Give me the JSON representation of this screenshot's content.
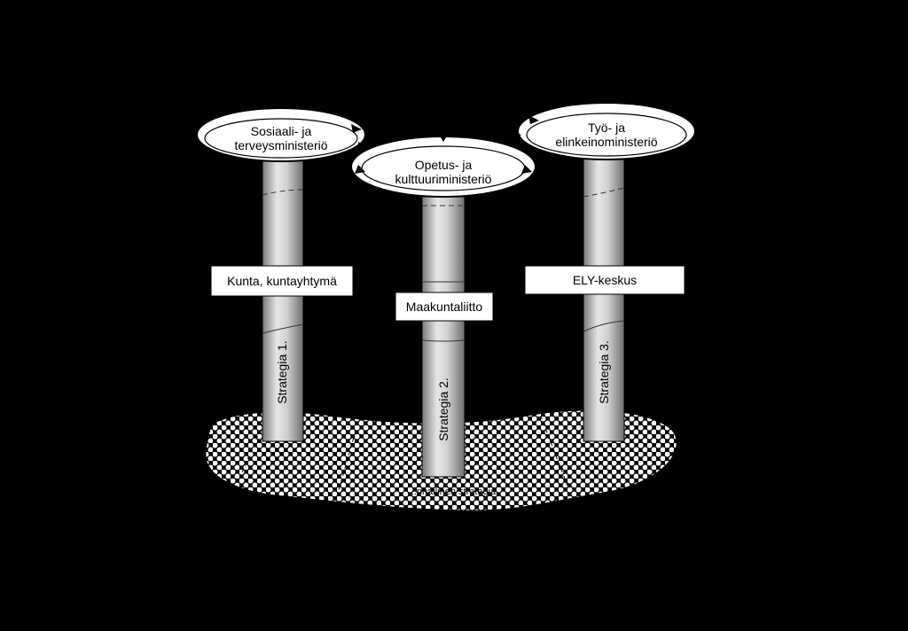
{
  "ministries": {
    "left": {
      "line1": "Sosiaali- ja",
      "line2": "terveysministeriö"
    },
    "center": {
      "line1": "Opetus- ja",
      "line2": "kulttuuriministeriö"
    },
    "right": {
      "line1": "Työ- ja",
      "line2": "elinkeinoministeriö"
    }
  },
  "organizations": {
    "left": "Kunta, kuntayhtymä",
    "center": "Maakuntaliitto",
    "right": "ELY-keskus"
  },
  "strategies": {
    "left": "Strategia 1.",
    "center": "Strategia 2.",
    "right": "Strategia 3."
  },
  "ground_label": "...nnallinen strategia",
  "colors": {
    "background": "#000000",
    "pillar": "#c8c8c8",
    "box": "#ffffff",
    "ground": "#ffffff"
  }
}
